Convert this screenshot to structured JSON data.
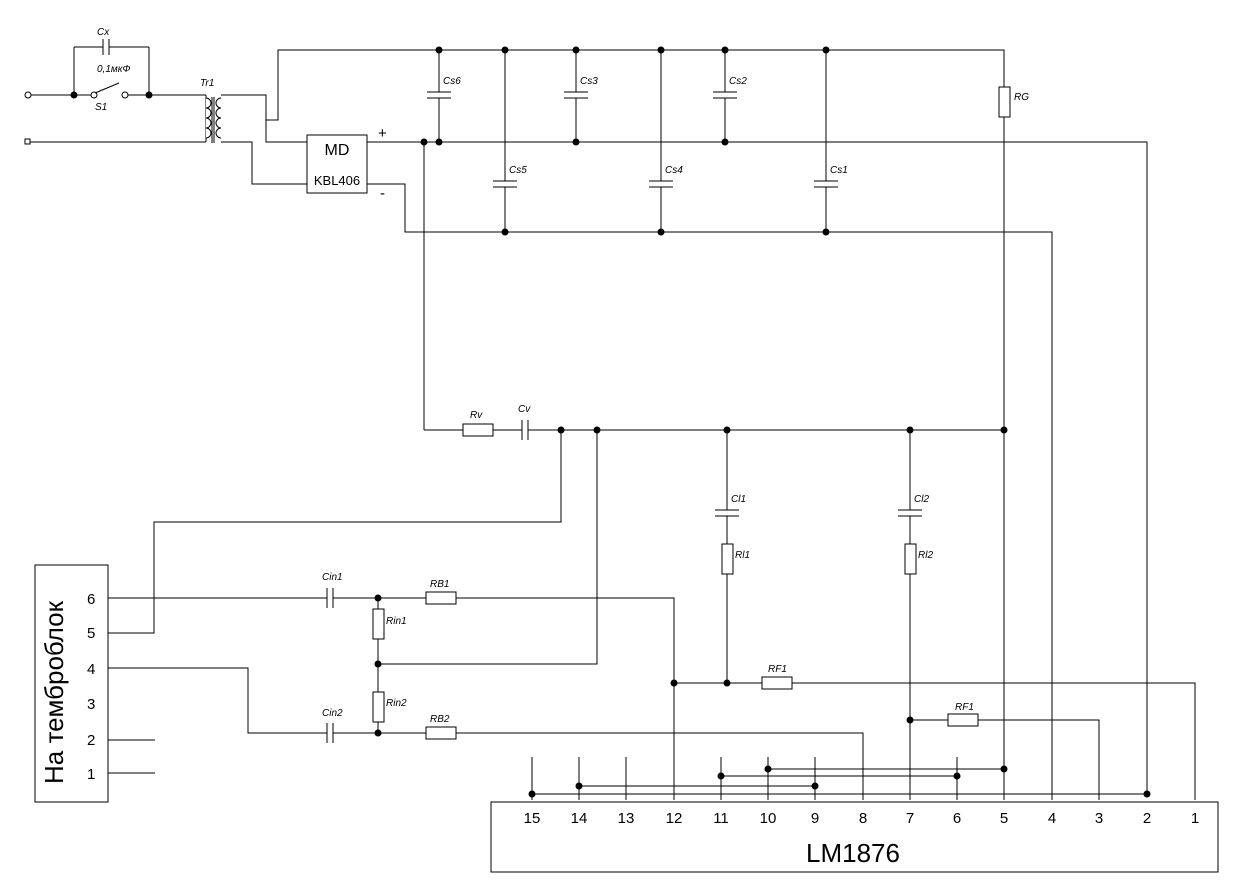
{
  "labels": {
    "cx": "Cx",
    "cx_value": "0,1мкФ",
    "s1": "S1",
    "tr1": "Tr1",
    "md": "MD",
    "bridge": "KBL406",
    "plus": "+",
    "minus": "-",
    "cs6": "Cs6",
    "cs5": "Cs5",
    "cs3": "Cs3",
    "cs4": "Cs4",
    "cs2": "Cs2",
    "cs1": "Cs1",
    "rg": "RG",
    "rv": "Rv",
    "cv": "Cv",
    "cl1": "Cl1",
    "cl2": "Cl2",
    "rl1": "Rl1",
    "rl2": "Rl2",
    "cin1": "Cin1",
    "cin2": "Cin2",
    "rb1": "RB1",
    "rb2": "RB2",
    "rin1": "Rin1",
    "rin2": "Rin2",
    "rf1a": "RF1",
    "rf1b": "RF1"
  },
  "connector": {
    "title": "На темброблок",
    "pins": [
      "6",
      "5",
      "4",
      "3",
      "2",
      "1"
    ]
  },
  "chip": {
    "name": "LM1876",
    "pins": [
      "15",
      "14",
      "13",
      "12",
      "11",
      "10",
      "9",
      "8",
      "7",
      "6",
      "5",
      "4",
      "3",
      "2",
      "1"
    ]
  }
}
